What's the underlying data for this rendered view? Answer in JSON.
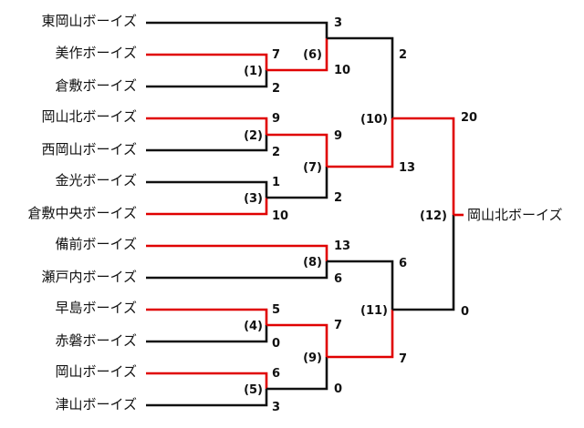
{
  "colors": {
    "winner_line": "#e00000",
    "loser_line": "#111111",
    "text": "#111111",
    "background": "#ffffff"
  },
  "teams": [
    "東岡山ボーイズ",
    "美作ボーイズ",
    "倉敷ボーイズ",
    "岡山北ボーイズ",
    "西岡山ボーイズ",
    "金光ボーイズ",
    "倉敷中央ボーイズ",
    "備前ボーイズ",
    "瀬戸内ボーイズ",
    "早島ボーイズ",
    "赤磐ボーイズ",
    "岡山ボーイズ",
    "津山ボーイズ"
  ],
  "matches": {
    "m1": {
      "label": "(1)",
      "top_score": "7",
      "bottom_score": "2"
    },
    "m2": {
      "label": "(2)",
      "top_score": "9",
      "bottom_score": "2"
    },
    "m3": {
      "label": "(3)",
      "top_score": "1",
      "bottom_score": "10"
    },
    "m4": {
      "label": "(4)",
      "top_score": "5",
      "bottom_score": "0"
    },
    "m5": {
      "label": "(5)",
      "top_score": "6",
      "bottom_score": "3"
    },
    "m6": {
      "label": "(6)",
      "top_score": "3",
      "bottom_score": "10"
    },
    "m7": {
      "label": "(7)",
      "top_score": "9",
      "bottom_score": "2"
    },
    "m8": {
      "label": "(8)",
      "top_score": "13",
      "bottom_score": "6"
    },
    "m9": {
      "label": "(9)",
      "top_score": "7",
      "bottom_score": "0"
    },
    "m10": {
      "label": "(10)",
      "top_score": "2",
      "bottom_score": "13"
    },
    "m11": {
      "label": "(11)",
      "top_score": "6",
      "bottom_score": "7"
    },
    "m12": {
      "label": "(12)",
      "top_score": "20",
      "bottom_score": "0"
    }
  },
  "champion": "岡山北ボーイズ"
}
